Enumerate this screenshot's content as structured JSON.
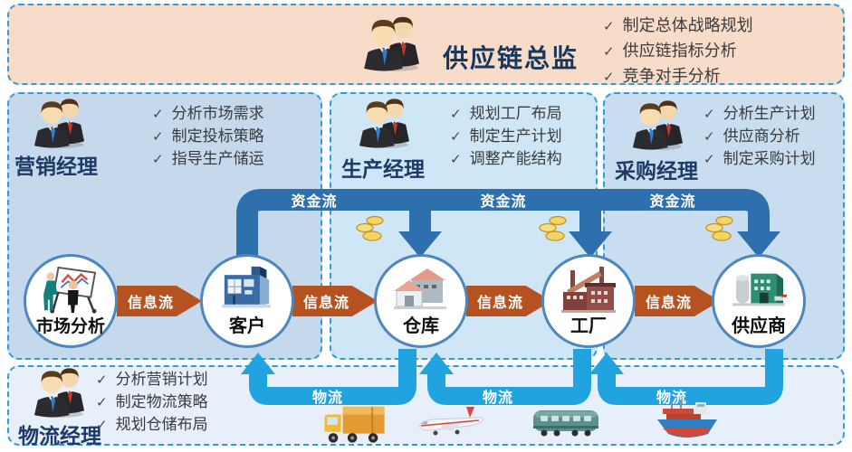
{
  "glyphs": {
    "check": "✓"
  },
  "banner": {
    "title": "供应链总监",
    "items": [
      "制定总体战略规划",
      "供应链指标分析",
      "竞争对手分析"
    ]
  },
  "panels": {
    "marketing": {
      "title": "营销经理",
      "items": [
        "分析市场需求",
        "制定投标策略",
        "指导生产储运"
      ]
    },
    "production": {
      "title": "生产经理",
      "items": [
        "规划工厂布局",
        "制定生产计划",
        "调整产能结构"
      ]
    },
    "procurement": {
      "title": "采购经理",
      "items": [
        "分析生产计划",
        "供应商分析",
        "制定采购计划"
      ]
    },
    "logistics": {
      "title": "物流经理",
      "items": [
        "分析营销计划",
        "制定物流策略",
        "规划仓储布局"
      ]
    }
  },
  "nodes": [
    {
      "id": "market-analysis",
      "label": "市场分析",
      "icon": "whiteboard-analysis-icon"
    },
    {
      "id": "customer",
      "label": "客户",
      "icon": "storefront-icon"
    },
    {
      "id": "warehouse",
      "label": "仓库",
      "icon": "warehouse-building-icon"
    },
    {
      "id": "factory",
      "label": "工厂",
      "icon": "factory-building-icon"
    },
    {
      "id": "supplier",
      "label": "供应商",
      "icon": "supplier-building-icon"
    }
  ],
  "flows": {
    "capital": {
      "label": "资金流",
      "color": "#2e6fad"
    },
    "information": {
      "label": "信息流",
      "color": "#b5521f"
    },
    "logistics": {
      "label": "物流",
      "color": "#21a3e0"
    }
  },
  "icons": [
    "business-people-icon",
    "gold-coins-icon",
    "truck-icon",
    "airplane-icon",
    "train-icon",
    "cargo-ship-icon"
  ],
  "colors": {
    "banner_bg": "#f8dcca",
    "panel_blue": "#c6d9ec",
    "panel_blue_light": "#cfe6f7",
    "bottom_panel_bg": "#e7effa",
    "dashed_border": "#2f9bd8",
    "title_navy": "#1e3a66",
    "node_border": "#4e86be"
  }
}
